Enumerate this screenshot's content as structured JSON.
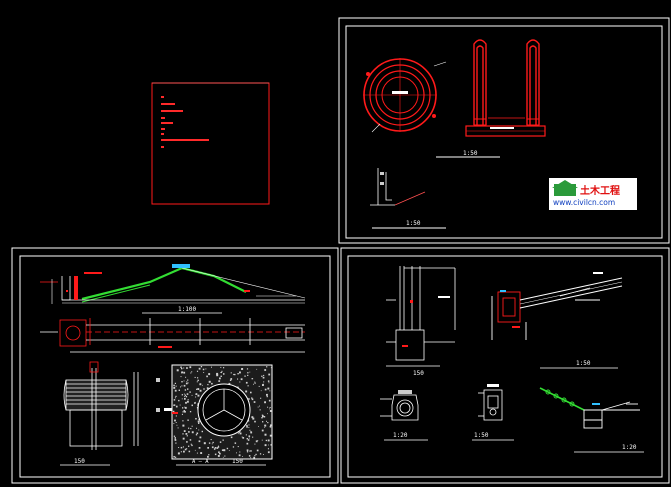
{
  "colors": {
    "background": "#000000",
    "frame": "#ffffff",
    "red": "#ff1a1a",
    "green": "#33dd33",
    "cyan": "#30c0ff",
    "yellow": "#ffd400",
    "grey": "#b0b0b0",
    "blue": "#3050ff"
  },
  "top_right": {
    "scale_top": "1:50",
    "scale_bottom": "1:50",
    "logo_text": "土木工程",
    "logo_url": "www.civilcn.com"
  },
  "bottom_left": {
    "scale_profile": "1:100",
    "scale_detail": "150",
    "section_label": "A — A",
    "scale_section": "150"
  },
  "bottom_right": {
    "scale_mid": "1:50",
    "scale_small": "150",
    "scale_a": "1:20",
    "scale_b": "1:50",
    "scale_c": "1:20"
  }
}
